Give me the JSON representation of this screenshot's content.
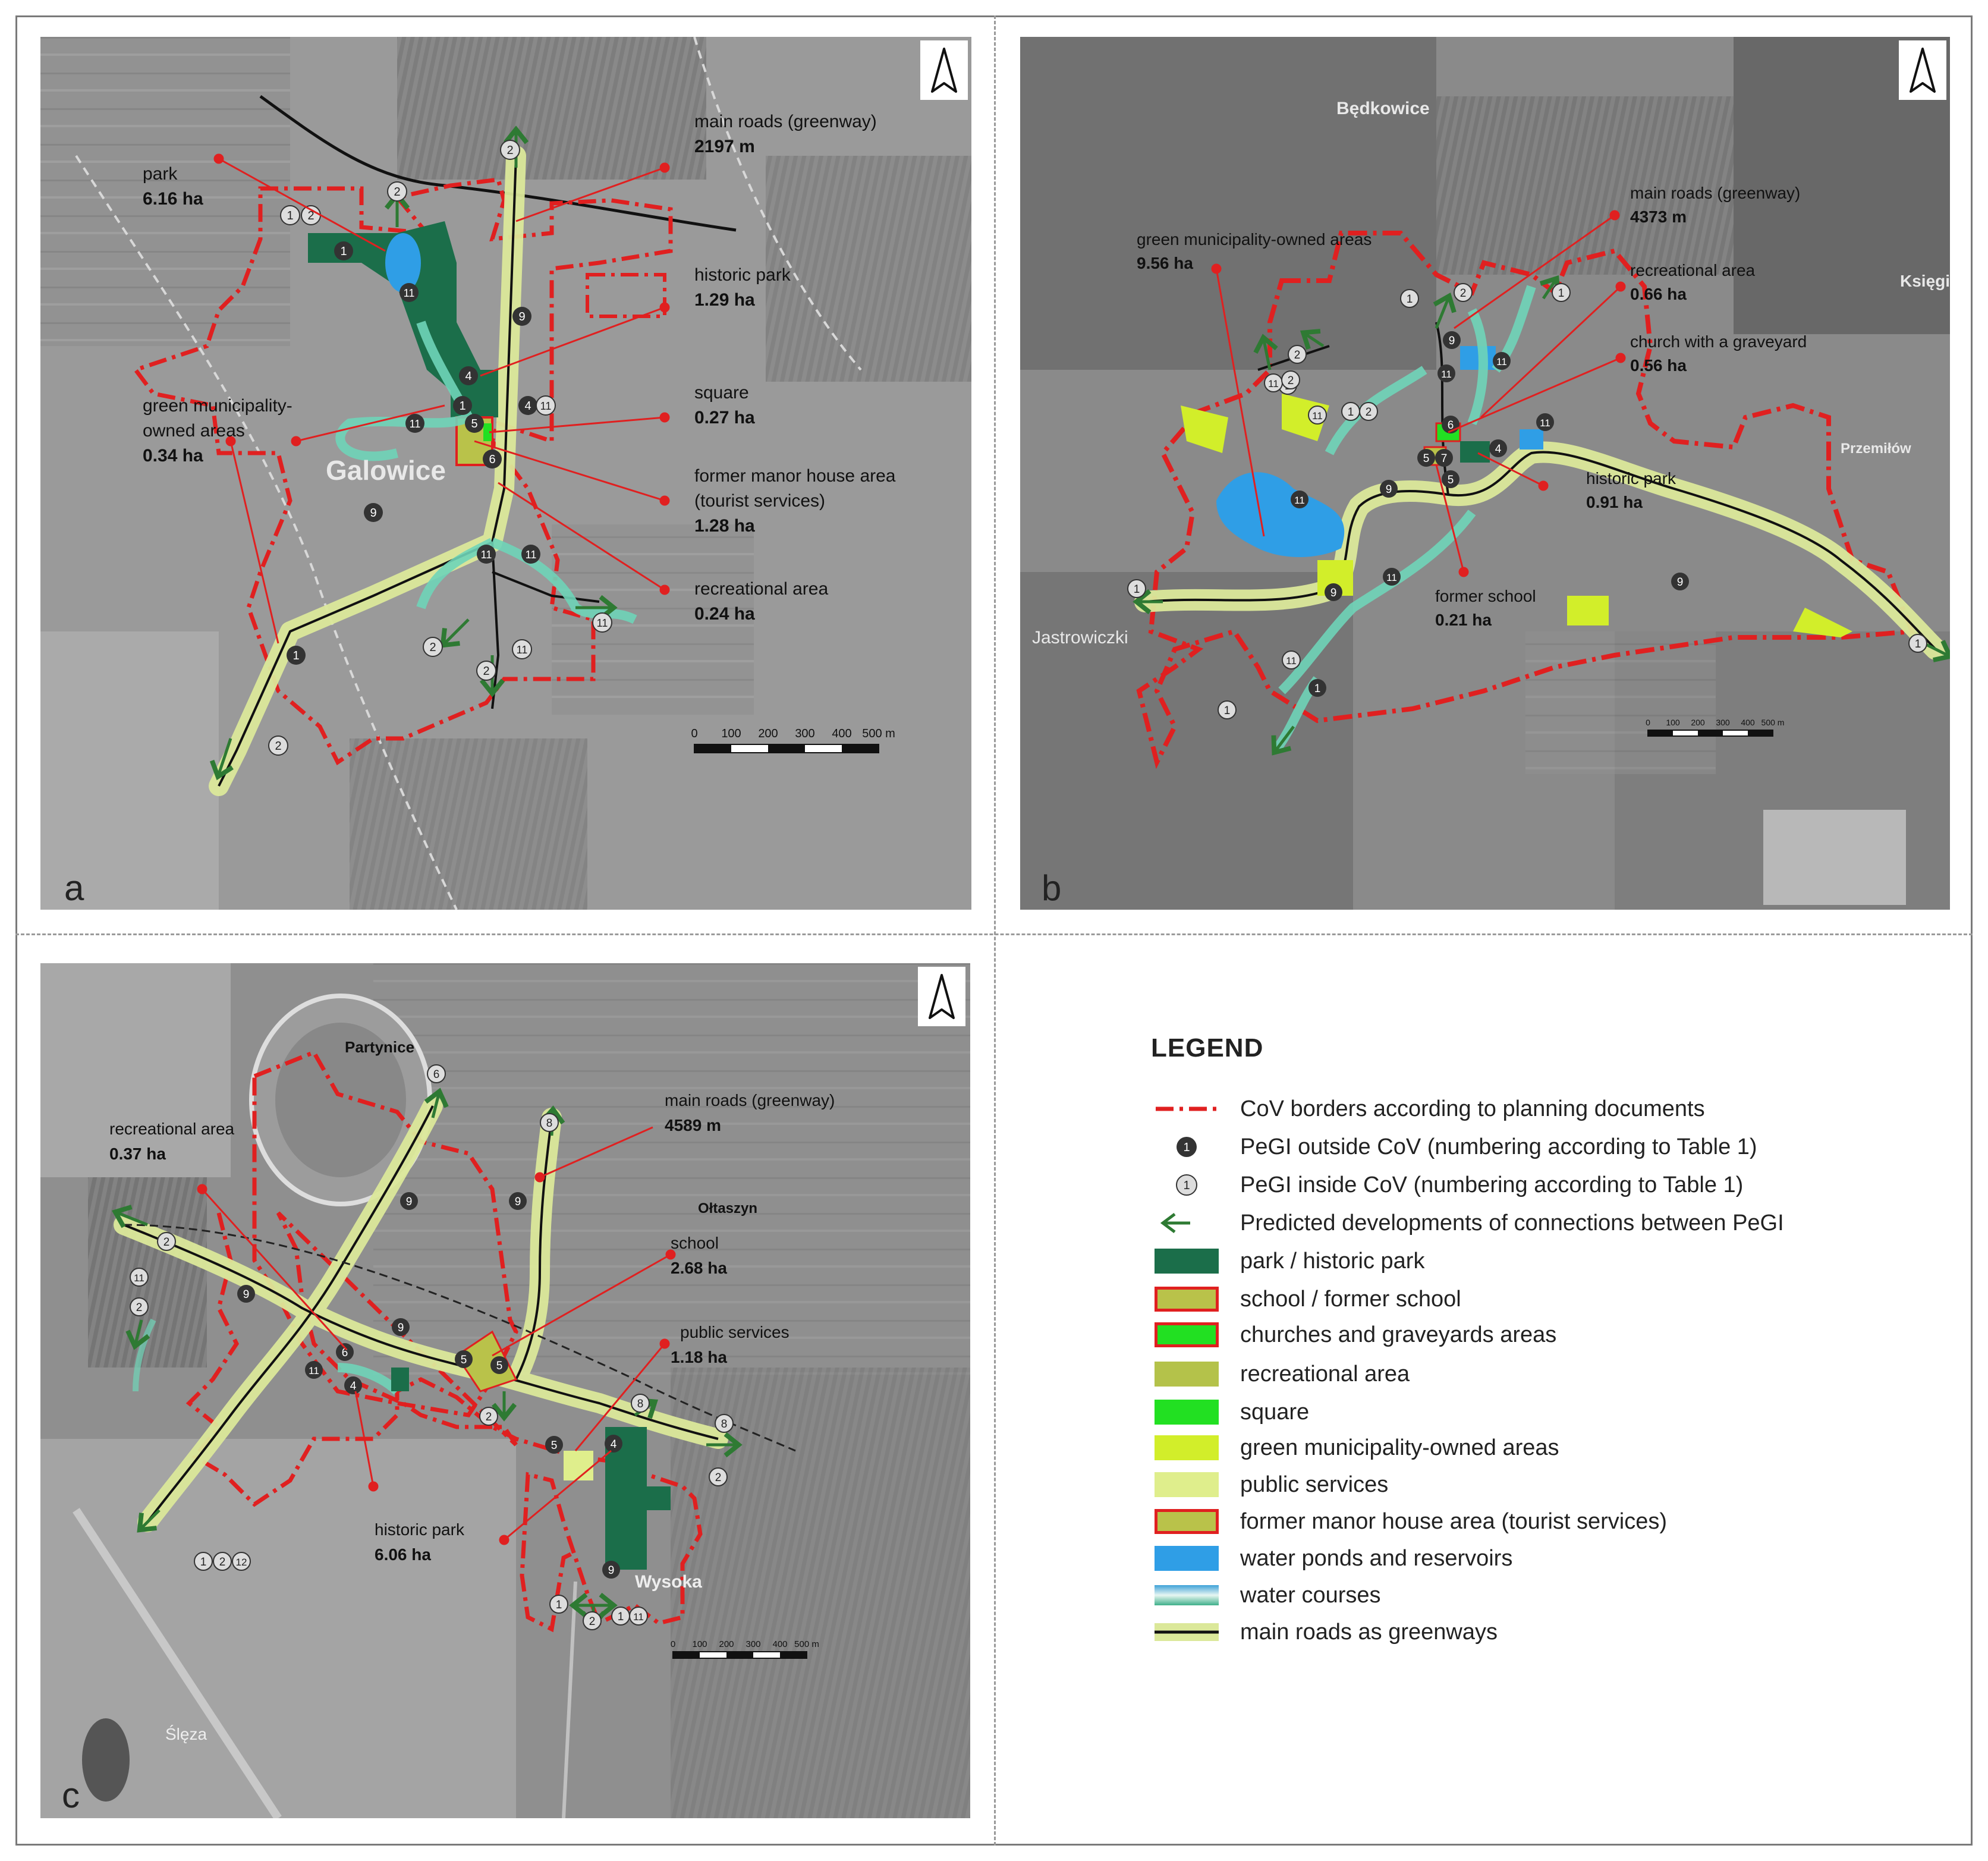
{
  "panels": {
    "a": {
      "letter": "a",
      "place": "Galowice",
      "labels": {
        "park": {
          "name": "park",
          "value": "6.16 ha"
        },
        "main_roads": {
          "name": "main roads (greenway)",
          "value": "2197 m"
        },
        "historic_park": {
          "name": "historic park",
          "value": "1.29 ha"
        },
        "square": {
          "name": "square",
          "value": "0.27 ha"
        },
        "green_areas": {
          "name1": "green municipality-",
          "name2": "owned areas",
          "value": "0.34 ha"
        },
        "manor": {
          "name1": "former manor house area",
          "name2": "(tourist services)",
          "value": "1.28 ha"
        },
        "recreational": {
          "name": "recreational area",
          "value": "0.24 ha"
        }
      },
      "scale": {
        "ticks": [
          "0",
          "100",
          "200",
          "300",
          "400",
          "500 m"
        ]
      }
    },
    "b": {
      "letter": "b",
      "places": [
        "Będkowice",
        "Księgin",
        "Przemiłów",
        "Jastrowiczki"
      ],
      "labels": {
        "green_areas": {
          "name": "green municipality-owned areas",
          "value": "9.56 ha"
        },
        "main_roads": {
          "name": "main roads (greenway)",
          "value": "4373 m"
        },
        "recreational": {
          "name": "recreational area",
          "value": "0.66 ha"
        },
        "church": {
          "name": "church with a graveyard",
          "value": "0.56 ha"
        },
        "historic_park": {
          "name": "historic park",
          "value": "0.91 ha"
        },
        "former_school": {
          "name": "former school",
          "value": "0.21 ha"
        }
      },
      "scale": {
        "ticks": [
          "0",
          "100",
          "200",
          "300",
          "400",
          "500 m"
        ]
      }
    },
    "c": {
      "letter": "c",
      "places": [
        "Partynice",
        "Ołtaszyn",
        "Wysoka",
        "Ślęza"
      ],
      "labels": {
        "recreational": {
          "name": "recreational area",
          "value": "0.37 ha"
        },
        "main_roads": {
          "name": "main roads (greenway)",
          "value": "4589 m"
        },
        "school": {
          "name": "school",
          "value": "2.68 ha"
        },
        "public_services": {
          "name": "public services",
          "value": "1.18 ha"
        },
        "historic_park": {
          "name": "historic park",
          "value": "6.06 ha"
        }
      },
      "scale": {
        "ticks": [
          "0",
          "100",
          "200",
          "300",
          "400",
          "500 m"
        ]
      }
    }
  },
  "colors": {
    "border_red": "#e02020",
    "park_dark_green": "#1b6e4a",
    "school_olive": "#b9c24a",
    "church_green": "#22e022",
    "recreational": "#b4c24a",
    "square": "#22e022",
    "green_municipal": "#d2ee2a",
    "public_services": "#dfee8c",
    "water_blue": "#2f9ee6",
    "arrow_green": "#2e7a33"
  },
  "legend": {
    "title": "LEGEND",
    "items": [
      {
        "key": "cov_borders",
        "label": "CoV borders according to planning documents"
      },
      {
        "key": "pegi_outside",
        "label": "PeGI outside CoV (numbering according to Table 1)"
      },
      {
        "key": "pegi_inside",
        "label": "PeGI inside CoV (numbering according to Table 1)"
      },
      {
        "key": "predicted",
        "label": "Predicted developments of connections between PeGI"
      },
      {
        "key": "park",
        "label": "park / historic park"
      },
      {
        "key": "school",
        "label": "school / former school"
      },
      {
        "key": "churches",
        "label": "churches and graveyards areas"
      },
      {
        "key": "recreational",
        "label": "recreational area"
      },
      {
        "key": "square",
        "label": "square"
      },
      {
        "key": "green_municipal",
        "label": "green municipality-owned areas"
      },
      {
        "key": "public_services",
        "label": "public services"
      },
      {
        "key": "manor",
        "label": "former manor house area (tourist services)"
      },
      {
        "key": "water",
        "label": "water ponds and reservoirs"
      },
      {
        "key": "water_courses",
        "label": "water courses"
      },
      {
        "key": "roads",
        "label": "main roads as greenways"
      }
    ],
    "marker_number": "1"
  }
}
